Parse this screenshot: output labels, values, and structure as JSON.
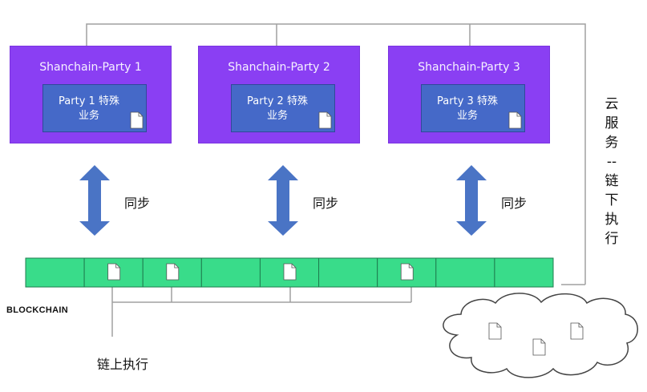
{
  "parties": [
    {
      "title": "Shanchain-Party 1",
      "business": "Party 1 特殊\n业务"
    },
    {
      "title": "Shanchain-Party 2",
      "business": "Party 2 特殊\n业务"
    },
    {
      "title": "Shanchain-Party 3",
      "business": "Party 3 特殊\n业务"
    }
  ],
  "sync_label": "同步",
  "cloud_label": "云\n服\n务\n--\n链\n下\n执\n行",
  "blockchain_label": "BLOCKCHAIN",
  "onchain_label": "链上执行",
  "block_count": 9,
  "blocks_with_docs": [
    1,
    2,
    4,
    6
  ],
  "colors": {
    "party_bg": "#8a3ff3",
    "party_inner_bg": "#4569c8",
    "arrow": "#4a74c5",
    "block": "#39dc8a",
    "line": "#a0a0a0"
  }
}
